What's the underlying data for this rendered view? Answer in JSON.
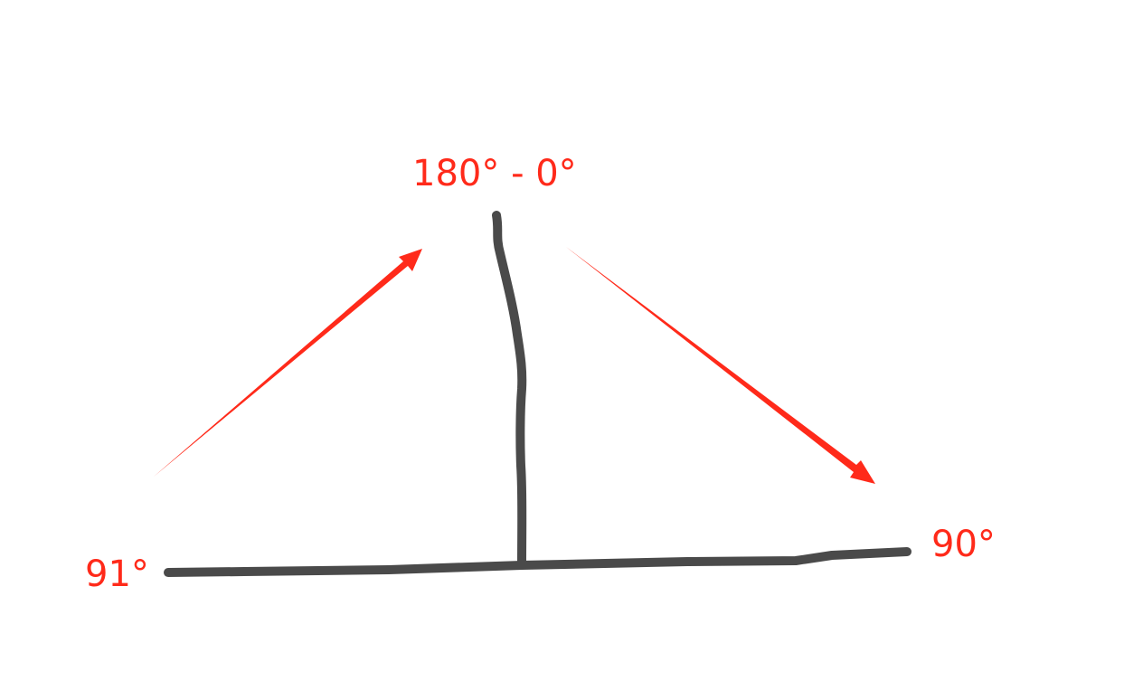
{
  "labels": {
    "top": "180° - 0°",
    "left": "91°",
    "right": "90°"
  },
  "colors": {
    "stroke": "#4a4a4a",
    "arrow": "#ff2a1a"
  }
}
